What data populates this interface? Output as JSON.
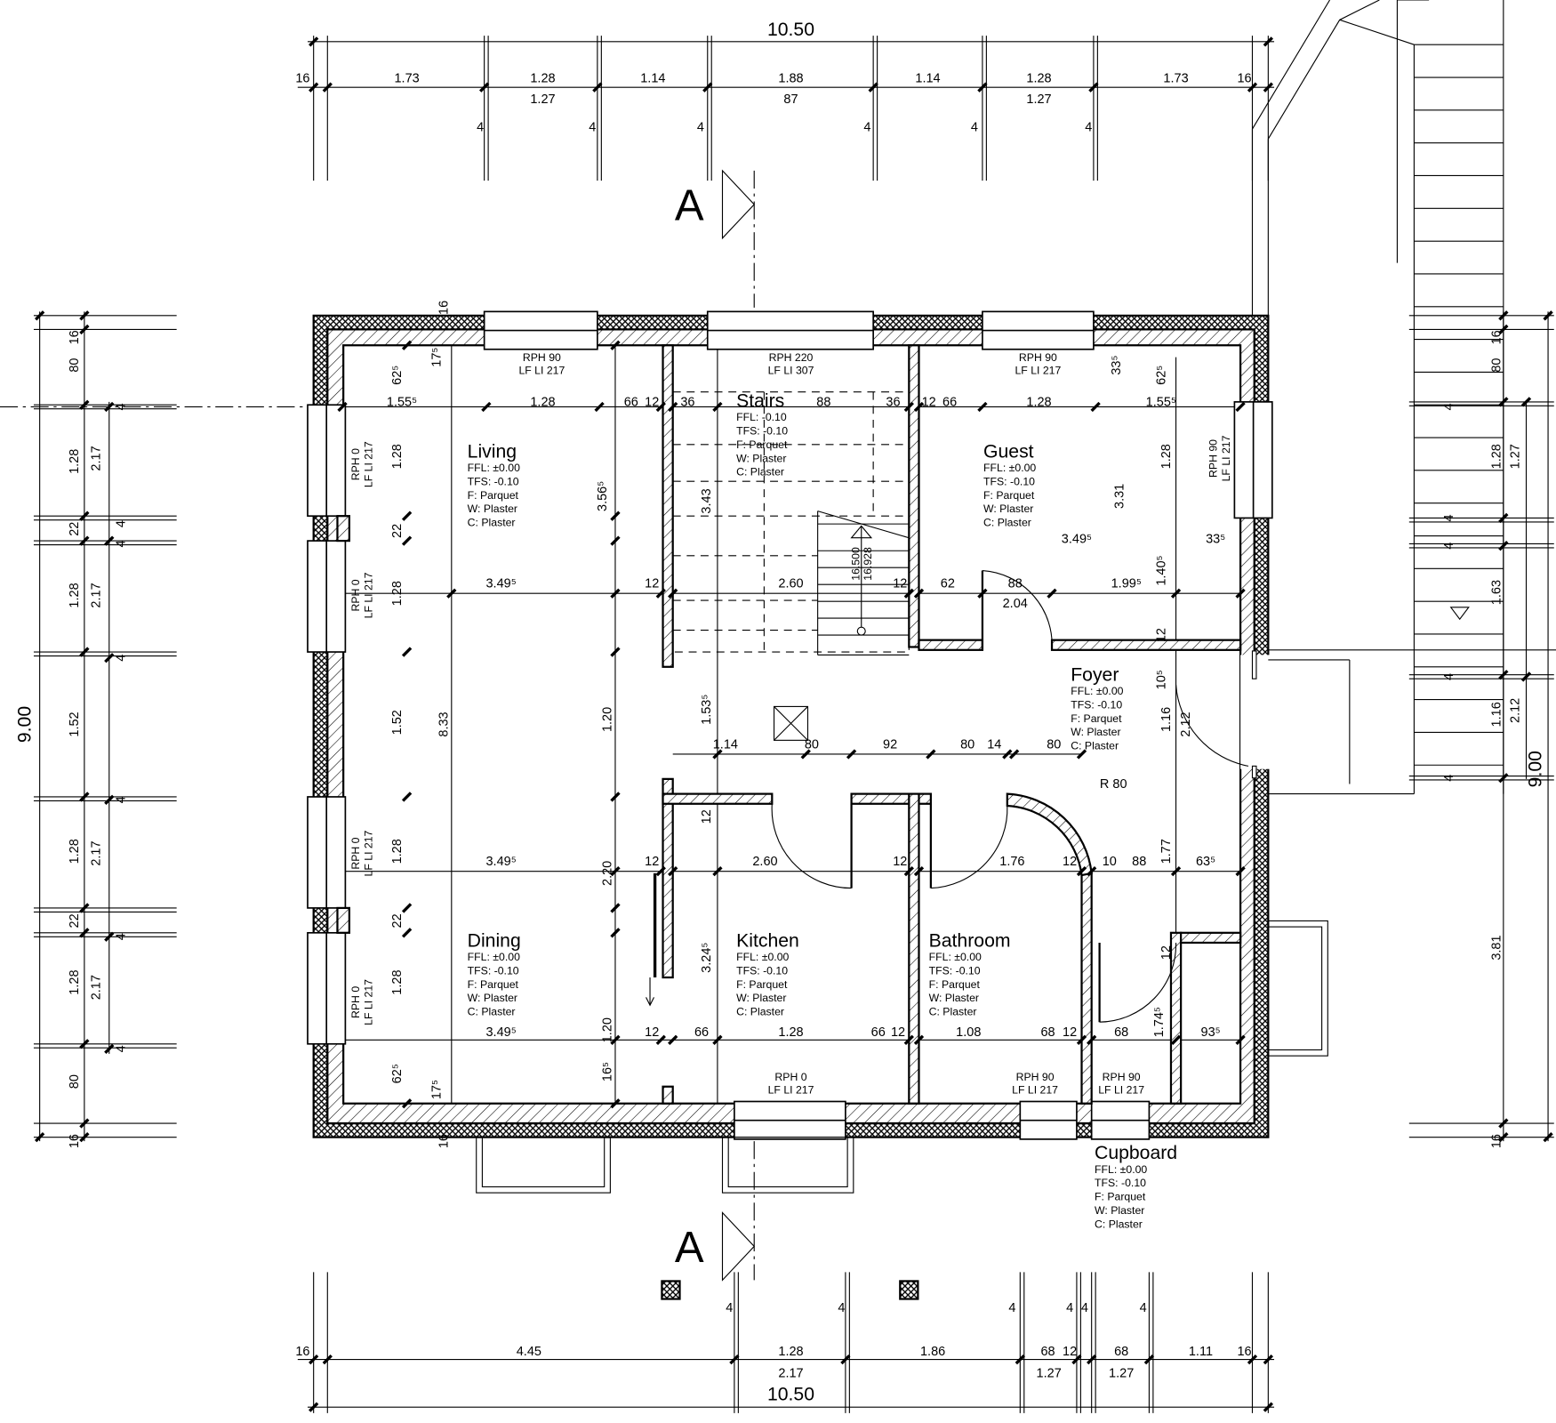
{
  "section_marker": "A",
  "rooms": [
    {
      "name": "Living",
      "ffl": "FFL:  ±0.00",
      "tfs": "TFS: -0.10",
      "floor": "F: Parquet",
      "wall": "W: Plaster",
      "ceiling": "C: Plaster"
    },
    {
      "name": "Stairs",
      "ffl": "FFL:  -0.10",
      "tfs": "TFS: -0.10",
      "floor": "F: Parquet",
      "wall": "W: Plaster",
      "ceiling": "C: Plaster"
    },
    {
      "name": "Guest",
      "ffl": "FFL:  ±0.00",
      "tfs": "TFS: -0.10",
      "floor": "F: Parquet",
      "wall": "W: Plaster",
      "ceiling": "C: Plaster"
    },
    {
      "name": "Foyer",
      "ffl": "FFL:  ±0.00",
      "tfs": "TFS: -0.10",
      "floor": "F: Parquet",
      "wall": "W: Plaster",
      "ceiling": "C: Plaster"
    },
    {
      "name": "Dining",
      "ffl": "FFL:  ±0.00",
      "tfs": "TFS: -0.10",
      "floor": "F: Parquet",
      "wall": "W: Plaster",
      "ceiling": "C: Plaster"
    },
    {
      "name": "Kitchen",
      "ffl": "FFL:  ±0.00",
      "tfs": "TFS: -0.10",
      "floor": "F: Parquet",
      "wall": "W: Plaster",
      "ceiling": "C: Plaster"
    },
    {
      "name": "Bathroom",
      "ffl": "FFL:  ±0.00",
      "tfs": "TFS: -0.10",
      "floor": "F: Parquet",
      "wall": "W: Plaster",
      "ceiling": "C: Plaster"
    },
    {
      "name": "Cupboard",
      "ffl": "FFL:  ±0.00",
      "tfs": "TFS: -0.10",
      "floor": "F: Parquet",
      "wall": "W: Plaster",
      "ceiling": "C: Plaster"
    }
  ],
  "openings": [
    {
      "rph": "RPH  90",
      "lf": "LF LI 217"
    },
    {
      "rph": "RPH  220",
      "lf": "LF LI 307"
    },
    {
      "rph": "RPH  90",
      "lf": "LF LI 217"
    },
    {
      "rph": "RPH  0",
      "lf": "LF LI 217"
    },
    {
      "rph": "RPH  0",
      "lf": "LF LI 217"
    },
    {
      "rph": "RPH  0",
      "lf": "LF LI 217"
    },
    {
      "rph": "RPH  0",
      "lf": "LF LI 217"
    },
    {
      "rph": "RPH  90",
      "lf": "LF LI 217"
    },
    {
      "rph": "RPH  0",
      "lf": "LF LI 217"
    },
    {
      "rph": "RPH  90",
      "lf": "LF LI 217"
    },
    {
      "rph": "RPH  90",
      "lf": "LF LI 217"
    }
  ],
  "stair_levels": [
    "16.500",
    "16.928"
  ],
  "dimensions": {
    "top": [
      "10.50",
      "16",
      "1.73",
      "1.28",
      "1.14",
      "1.88",
      "1.14",
      "1.28",
      "1.73",
      "16",
      "1.27",
      "87",
      "1.27",
      "4",
      "4",
      "4",
      "4",
      "4",
      "4"
    ],
    "bottom": [
      "16",
      "4.45",
      "1.28",
      "1.86",
      "68",
      "12",
      "68",
      "1.11",
      "16",
      "2.17",
      "1.27",
      "1.27",
      "10.50",
      "4",
      "4",
      "4",
      "4",
      "4",
      "4"
    ],
    "left": [
      "9.00",
      "16",
      "80",
      "1.28",
      "22",
      "1.28",
      "1.52",
      "1.28",
      "22",
      "1.28",
      "80",
      "16",
      "2.17",
      "2.17",
      "2.17",
      "2.17",
      "4",
      "4",
      "4",
      "4",
      "4",
      "4",
      "4"
    ],
    "right": [
      "16",
      "80",
      "1.28",
      "1.27",
      "1.63",
      "1.16",
      "2.12",
      "9.00",
      "3.81",
      "16",
      "4",
      "4",
      "4",
      "4",
      "4"
    ],
    "interior": [
      "16",
      "17⁵",
      "62⁵",
      "1.55⁵",
      "1.28",
      "66",
      "12",
      "36",
      "88",
      "36",
      "12",
      "66",
      "1.28",
      "1.55⁵",
      "33⁵",
      "62⁵",
      "1.28",
      "22",
      "1.28",
      "1.52",
      "1.28",
      "22",
      "1.28",
      "62⁵",
      "17⁵",
      "16",
      "8.33",
      "3.56⁵",
      "3.43",
      "1.20",
      "2.20",
      "1.20",
      "16⁵",
      "1.53⁵",
      "3.24⁵",
      "12",
      "3.49⁵",
      "12",
      "2.60",
      "12",
      "62",
      "88",
      "2.04",
      "1.99⁵",
      "1.40⁵",
      "12",
      "3.31",
      "1.28",
      "3.49⁵",
      "33⁵",
      "1.14",
      "80",
      "92",
      "80",
      "14",
      "80",
      "10⁵",
      "1.16",
      "2.12",
      "R 80",
      "1.77",
      "3.49⁵",
      "12",
      "2.60",
      "12",
      "1.76",
      "12",
      "10",
      "88",
      "63⁵",
      "12",
      "1.74⁵",
      "93⁵",
      "68",
      "3.49⁵",
      "12",
      "66",
      "1.28",
      "66",
      "12",
      "1.08",
      "68",
      "12"
    ]
  }
}
